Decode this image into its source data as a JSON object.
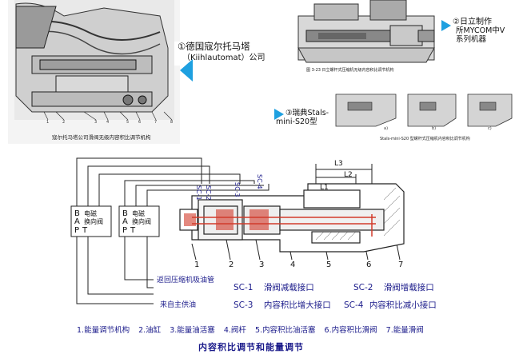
{
  "top_left": {
    "caption": "寇尔托马塔公司滑阀无级内容积比调节机构",
    "note": {
      "line1": "①德国寇尔托马塔",
      "line2": "（Kiihlautomat）公司"
    },
    "part_numbers": [
      "1",
      "2",
      "3",
      "4",
      "5",
      "6",
      "7",
      "8"
    ]
  },
  "top_mid": {
    "fig_caption": "图 3-23 日立螺杆式压缩机无级内容积比调节机构",
    "note": {
      "line1": "②日立制作",
      "line2": "所MYCOM中V",
      "line3": "系列机器"
    }
  },
  "top_bottom": {
    "note": {
      "line1": "③瑞典Stals-",
      "line2": "mini-S20型"
    },
    "fig_caption": "Stals-mini-S20 型螺杆式压缩机内容积比调节机构",
    "sub_labels": [
      "a)",
      "b)",
      "c)"
    ]
  },
  "main": {
    "valve_box_left": {
      "b": "B",
      "a": "A",
      "p": "P",
      "t": "T",
      "text1": "电磁",
      "text2": "换向阀"
    },
    "valve_box_right": {
      "b": "B",
      "a": "A",
      "p": "P",
      "t": "T",
      "text1": "电磁",
      "text2": "换向阀"
    },
    "sc_labels": [
      "SC-1",
      "SC-2",
      "SC-3",
      "SC-4"
    ],
    "l_labels": [
      "L3",
      "L2",
      "L1"
    ],
    "part_numbers": [
      "1",
      "2",
      "3",
      "4",
      "5",
      "6",
      "7"
    ],
    "to_oil": "返回压缩机吸油管",
    "from_oil": "来自主供油",
    "legend": [
      {
        "code": "SC-1",
        "desc": "滑阀减载接口"
      },
      {
        "code": "SC-2",
        "desc": "滑阀增载接口"
      },
      {
        "code": "SC-3",
        "desc": "内容积比增大接口"
      },
      {
        "code": "SC-4",
        "desc": "内容积比减小接口"
      }
    ],
    "parts_list": [
      "1.能量调节机构",
      "2.油缸",
      "3.能量油活塞",
      "4.阀杆",
      "5.内容积比油活塞",
      "6.内容积比滑阀",
      "7.能量滑阀"
    ],
    "title": "内容积比调节和能量调节"
  },
  "colors": {
    "ink": "#1a1a8a",
    "line": "#222222",
    "highlight": "#d23a2a",
    "arrow": "#1ea0e0"
  }
}
